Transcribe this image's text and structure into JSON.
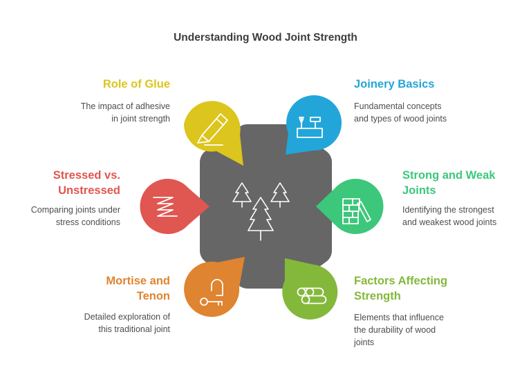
{
  "title": "Understanding Wood Joint Strength",
  "colors": {
    "center": "#666666",
    "role_of_glue": "#dcc51d",
    "joinery_basics": "#22a6d9",
    "strong_weak": "#3cc77b",
    "factors": "#84b83b",
    "mortise": "#df8430",
    "stressed": "#e05650"
  },
  "nodes": {
    "role_of_glue": {
      "label": "Role of Glue",
      "desc": [
        "The impact of adhesive",
        "in joint strength"
      ],
      "icon": "glue-bottle-icon"
    },
    "joinery_basics": {
      "label": "Joinery Basics",
      "desc": [
        "Fundamental concepts",
        "and types of wood joints"
      ],
      "icon": "toolbox-icon"
    },
    "strong_weak": {
      "label": [
        "Strong and Weak",
        "Joints"
      ],
      "desc": [
        "Identifying the strongest",
        "and weakest wood joints"
      ],
      "icon": "stacked-blocks-icon"
    },
    "factors": {
      "label": [
        "Factors Affecting",
        "Strength"
      ],
      "desc": [
        "Elements that influence",
        "the durability of wood",
        "joints"
      ],
      "icon": "logs-icon"
    },
    "mortise": {
      "label": [
        "Mortise and",
        "Tenon"
      ],
      "desc": [
        "Detailed exploration of",
        "this traditional joint"
      ],
      "icon": "lock-key-icon"
    },
    "stressed": {
      "label": [
        "Stressed vs.",
        "Unstressed"
      ],
      "desc": [
        "Comparing joints under",
        "stress conditions"
      ],
      "icon": "spring-icon"
    }
  },
  "center_icon": "trees-icon"
}
